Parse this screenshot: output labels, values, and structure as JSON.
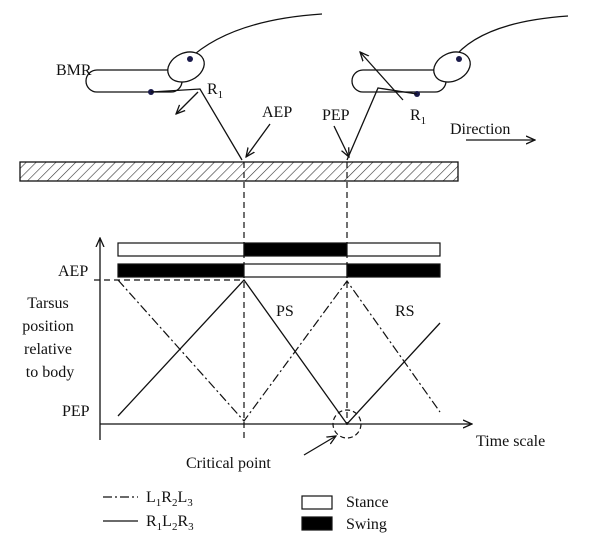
{
  "top": {
    "bmr_label": "BMR",
    "r1_left": "R",
    "r1_left_sub": "1",
    "r1_right": "R",
    "r1_right_sub": "1",
    "aep_label": "AEP",
    "pep_label": "PEP",
    "direction_label": "Direction"
  },
  "plot": {
    "y_top_label": "AEP",
    "y_bottom_label": "PEP",
    "y_axis_title_lines": [
      "Tarsus",
      "position",
      "relative",
      "to body"
    ],
    "x_axis_title": "Time scale",
    "ps_label": "PS",
    "rs_label": "RS",
    "critical_point_label": "Critical point"
  },
  "phase_bars": {
    "top_row": [
      "stance",
      "swing",
      "stance"
    ],
    "bottom_row": [
      "swing",
      "stance",
      "swing"
    ],
    "colors": {
      "stance": "#ffffff",
      "swing": "#000000"
    }
  },
  "legend": {
    "dashdot": {
      "main": "L",
      "parts": [
        [
          "L",
          "1"
        ],
        [
          "R",
          "2"
        ],
        [
          "L",
          "3"
        ]
      ]
    },
    "solid": {
      "parts": [
        [
          "R",
          "1"
        ],
        [
          "L",
          "2"
        ],
        [
          "R",
          "3"
        ]
      ]
    },
    "stance_label": "Stance",
    "swing_label": "Swing"
  }
}
